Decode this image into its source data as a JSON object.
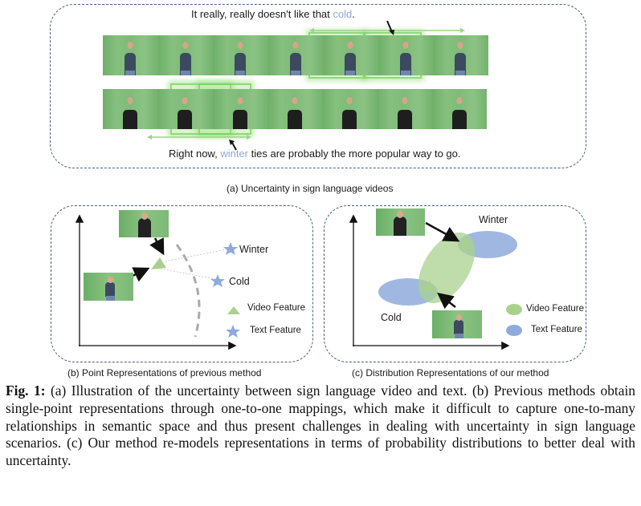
{
  "panel_a": {
    "top_sentence": {
      "prefix": "It really, really doesn't like that ",
      "highlight": "cold",
      "suffix": "."
    },
    "bottom_sentence": {
      "prefix": "Right now, ",
      "highlight": "winter",
      "suffix": " ties are probably the more popular way to go."
    },
    "top_strip_frames": 7,
    "bottom_strip_frames": 7,
    "caption": "(a) Uncertainty in sign language videos"
  },
  "panel_b": {
    "labels": {
      "winter": "Winter",
      "cold": "Cold"
    },
    "legend": {
      "video": "Video Feature",
      "text": "Text Feature"
    },
    "caption": "(b) Point Representations of previous method"
  },
  "panel_c": {
    "labels": {
      "winter": "Winter",
      "cold": "Cold"
    },
    "legend": {
      "video": "Video Feature",
      "text": "Text Feature"
    },
    "caption": "(c) Distribution Representations of our method"
  },
  "colors": {
    "highlight_text": "#8fa8d6",
    "video_feature": "#a9d18e",
    "text_feature": "#8faadc",
    "panel_border": "#4b5d82"
  },
  "figure_caption": {
    "label": "Fig. 1:",
    "text": " (a) Illustration of the uncertainty between sign language video and text. (b) Previous methods obtain single-point representations through one-to-one mappings, which make it difficult to capture one-to-many relationships in semantic space and thus present challenges in dealing with uncertainty in sign language scenarios. (c) Our method re-models representations in terms of probability distributions to better deal with uncertainty."
  }
}
